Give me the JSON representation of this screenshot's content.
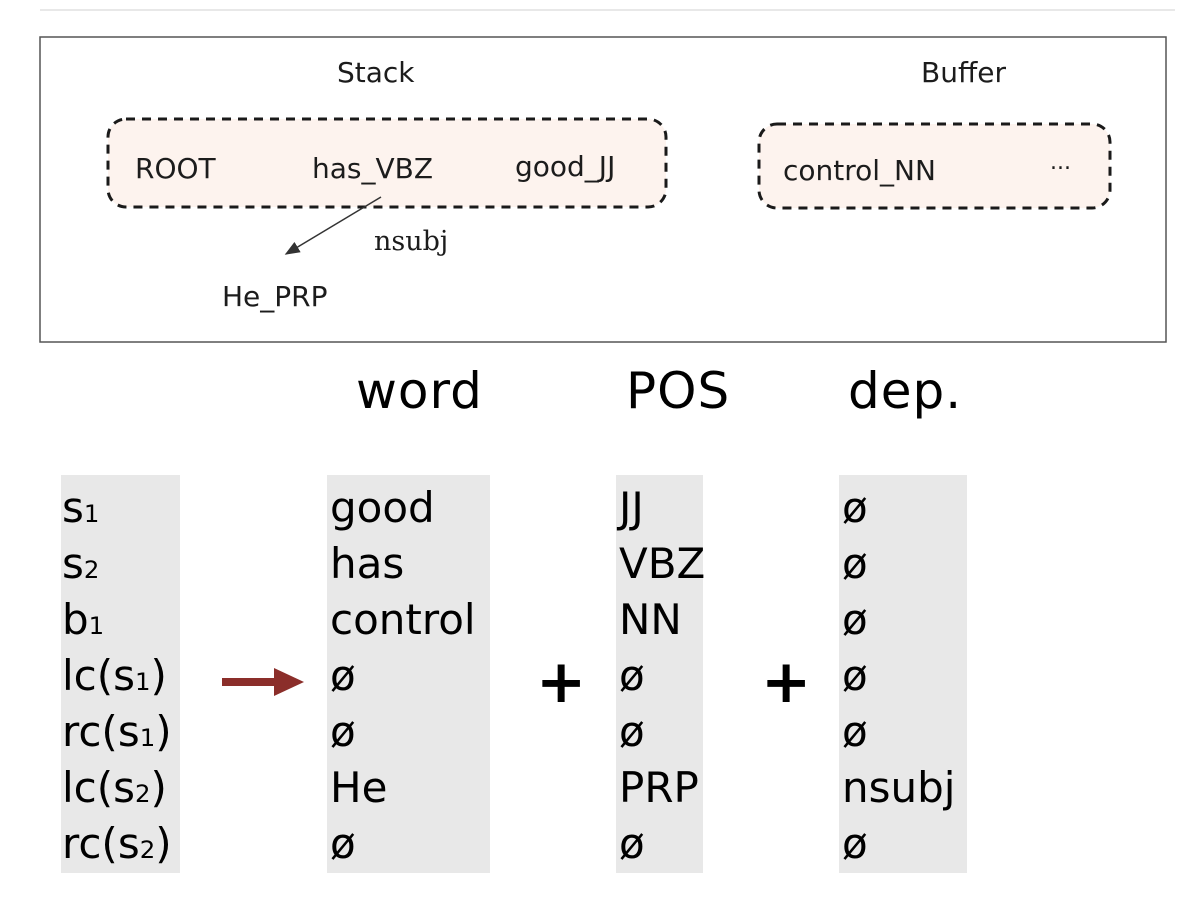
{
  "diagram": {
    "stack_title": "Stack",
    "buffer_title": "Buffer",
    "stack_items": [
      "ROOT",
      "has_VBZ",
      "good_JJ"
    ],
    "buffer_items": [
      "control_NN",
      "..."
    ],
    "arc_label": "nsubj",
    "child": "He_PRP",
    "colors": {
      "box_fill": "#fdf3ee",
      "border": "#666666",
      "dash": "#1a1a1a"
    }
  },
  "table": {
    "headers": {
      "word": "word",
      "pos": "POS",
      "dep": "dep."
    },
    "features": [
      {
        "base": "s",
        "sub": "1",
        "suffix": ""
      },
      {
        "base": "s",
        "sub": "2",
        "suffix": ""
      },
      {
        "base": "b",
        "sub": "1",
        "suffix": ""
      },
      {
        "base": "lc(s",
        "sub": "1",
        "suffix": ")"
      },
      {
        "base": "rc(s",
        "sub": "1",
        "suffix": ")"
      },
      {
        "base": "lc(s",
        "sub": "2",
        "suffix": ")"
      },
      {
        "base": "rc(s",
        "sub": "2",
        "suffix": ")"
      }
    ],
    "words": [
      "good",
      "has",
      "control",
      "ø",
      "ø",
      "He",
      "ø"
    ],
    "pos": [
      "JJ",
      "VBZ",
      "NN",
      "ø",
      "ø",
      "PRP",
      "ø"
    ],
    "deps": [
      "ø",
      "ø",
      "ø",
      "ø",
      "ø",
      "nsubj",
      "ø"
    ],
    "plus": "+",
    "colors": {
      "column_bg": "#e8e8e8",
      "arrow": "#8b2e2a"
    }
  }
}
